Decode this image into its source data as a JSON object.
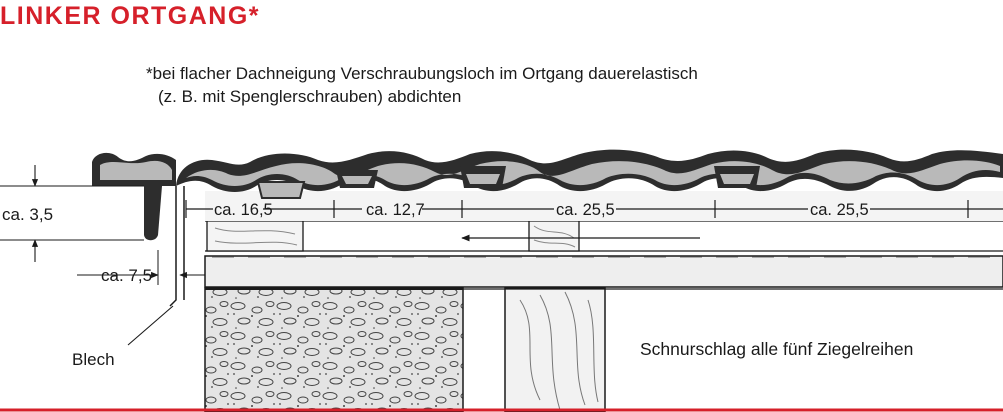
{
  "title": "LINKER ORTGANG*",
  "note": {
    "line1": "*bei flacher Dachneigung Verschraubungsloch im Ortgang dauerelastisch",
    "line2": "(z. B. mit Spenglerschrauben) abdichten"
  },
  "labels": {
    "height": "ca. 3,5",
    "overhang": "ca. 7,5",
    "sheet": "Blech",
    "chalk_line": "Schnurschlag alle fünf Ziegelreihen"
  },
  "spacings": [
    "ca. 16,5",
    "ca. 12,7",
    "ca. 25,5",
    "ca. 25,5"
  ],
  "colors": {
    "accent": "#d6202a",
    "tile": "#2d2d2d",
    "tile_inner": "#b9b9b9",
    "batten": "#e8e8e8",
    "line": "#1a1a1a"
  }
}
